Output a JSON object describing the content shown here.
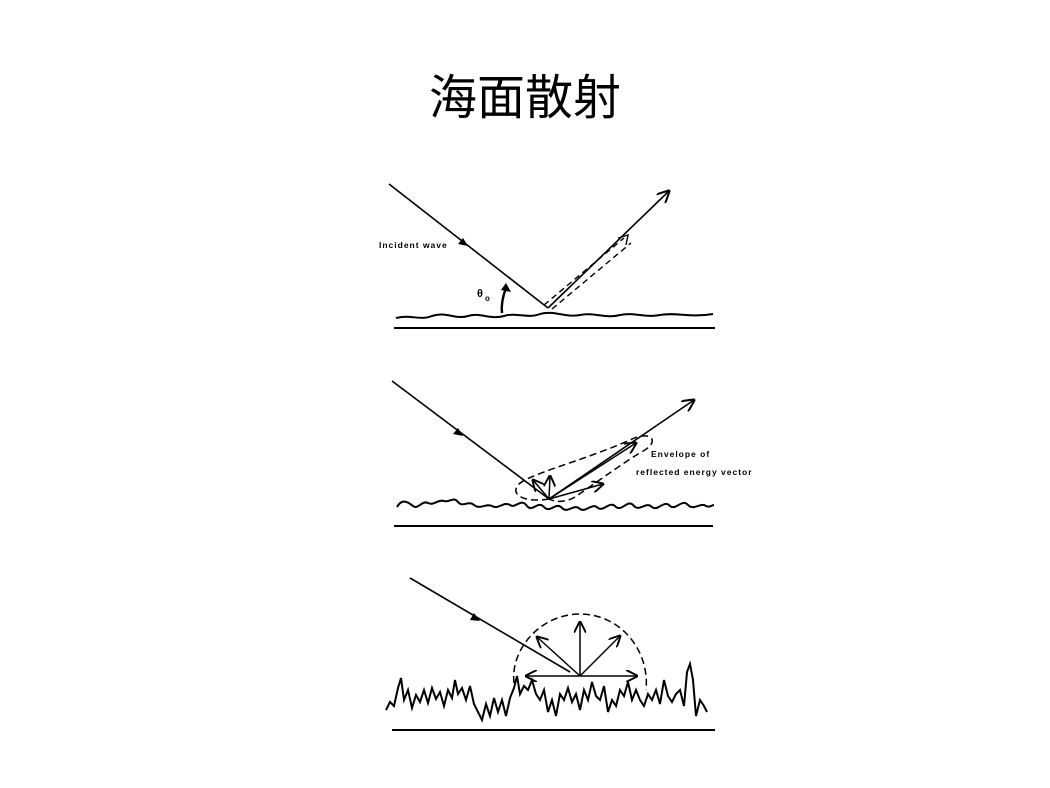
{
  "slide": {
    "title": "海面散射"
  },
  "diagram": {
    "panel_specular": {
      "incident_label": "Incident wave",
      "angle_symbol": "θ",
      "angle_subscript": "o"
    },
    "panel_rough": {
      "envelope_label_line1": "Envelope of",
      "envelope_label_line2": "reflected energy vector"
    },
    "panel_diffuse": {}
  }
}
